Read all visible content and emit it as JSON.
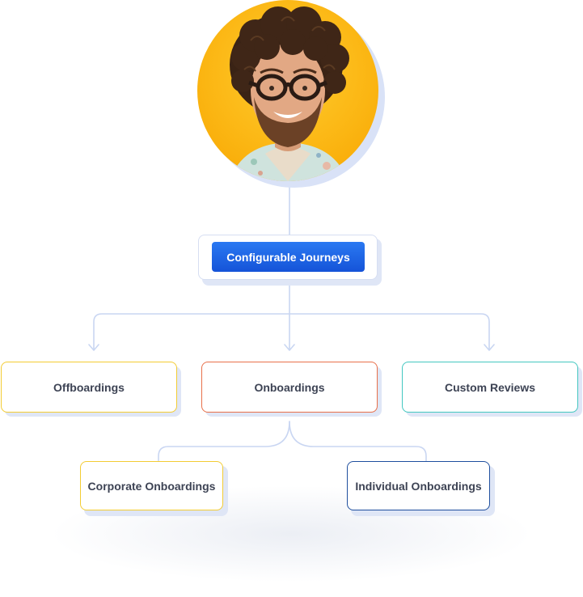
{
  "diagram": {
    "avatar": {
      "alt": "Person with curly hair and glasses",
      "background_color": "#fbb512"
    },
    "root": {
      "label": "Configurable Journeys",
      "color": "#1c62e6"
    },
    "level1": [
      {
        "label": "Offboardings",
        "border_color": "#f3cc33"
      },
      {
        "label": "Onboardings",
        "border_color": "#e8704a"
      },
      {
        "label": "Custom Reviews",
        "border_color": "#43c7c0"
      }
    ],
    "level2": [
      {
        "label": "Corporate Onboardings",
        "border_color": "#f3cc33"
      },
      {
        "label": "Individual Onboardings",
        "border_color": "#1f4f9e"
      }
    ],
    "connector_color": "#c9d6f2"
  }
}
